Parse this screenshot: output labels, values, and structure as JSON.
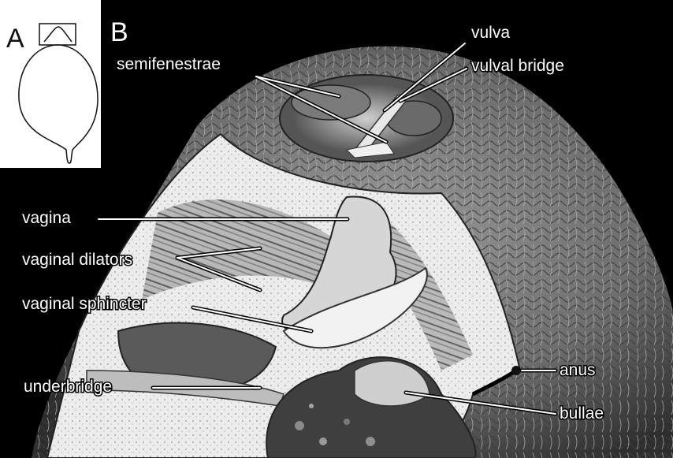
{
  "panels": {
    "a": "A",
    "b": "B"
  },
  "labels": {
    "semifenestrae": "semifenestrae",
    "vulva": "vulva",
    "vulval_bridge": "vulval bridge",
    "vagina": "vagina",
    "vaginal_dilators": "vaginal dilators",
    "vaginal_sphincter": "vaginal sphincter",
    "underbridge": "underbridge",
    "anus": "anus",
    "bullae": "bullae"
  },
  "colors": {
    "background": "#000000",
    "leader": "#ffffff",
    "inset_bg": "#ffffff"
  }
}
